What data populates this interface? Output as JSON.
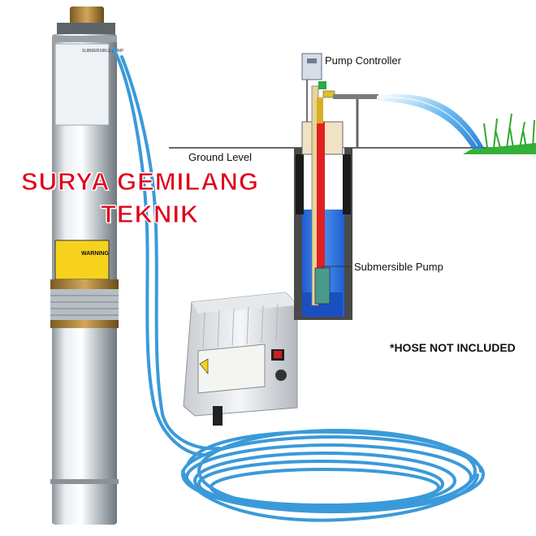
{
  "watermark": {
    "line1": "SURYA GEMILANG",
    "line2": "TEKNIK"
  },
  "diagram": {
    "pump_controller_label": "Pump Controller",
    "ground_level_label": "Ground Level",
    "submersible_pump_label": "Submersible Pump"
  },
  "pump_body": {
    "brand_plate_text": "SUBMERSIBLE PUMP",
    "warning_label": "WARNING"
  },
  "note": "*HOSE NOT INCLUDED",
  "colors": {
    "watermark": "#e0001b",
    "cable_blue": "#3a9ad9",
    "water_blue": "#2a6fdc",
    "grass_green": "#2eaa2e"
  }
}
